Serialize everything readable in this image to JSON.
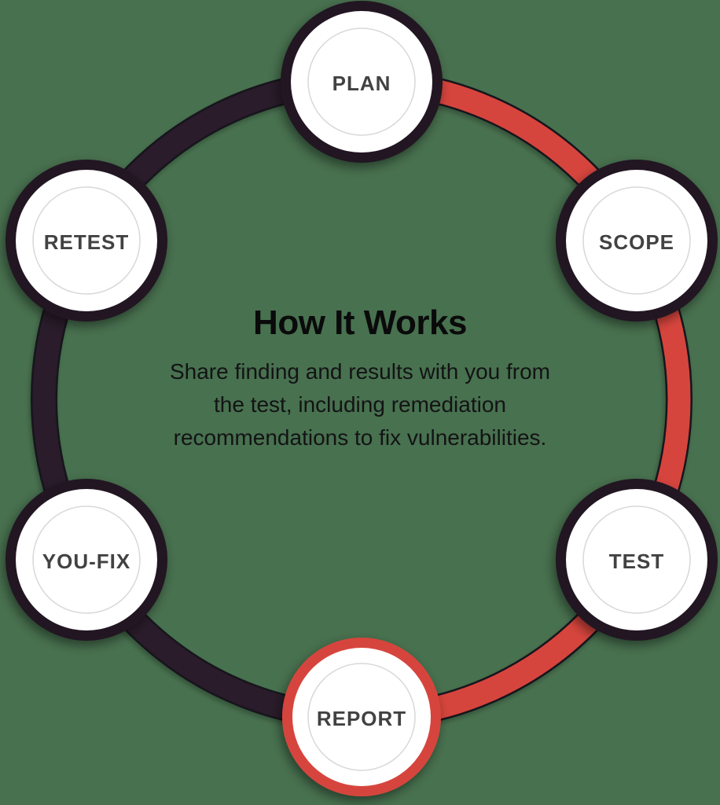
{
  "colors": {
    "background": "#48714F",
    "red": "#D6453C",
    "dark": "#2A1B2C",
    "ring_edge": "#18121C",
    "node_ring": "#201824",
    "node_fill": "#FFFFFF",
    "inner_stroke": "#D8D8D8",
    "label": "#424242",
    "title": "#0A0A0B",
    "body": "#131315"
  },
  "center": {
    "title": "How It Works",
    "description_lines": [
      "Share finding and results with you from",
      "the test, including remediation",
      "recommendations to fix vulnerabilities."
    ]
  },
  "nodes": [
    {
      "id": "plan",
      "label": "PLAN",
      "highlighted": false
    },
    {
      "id": "scope",
      "label": "SCOPE",
      "highlighted": false
    },
    {
      "id": "test",
      "label": "TEST",
      "highlighted": false
    },
    {
      "id": "report",
      "label": "REPORT",
      "highlighted": true
    },
    {
      "id": "youfix",
      "label": "YOU-FIX",
      "highlighted": false
    },
    {
      "id": "retest",
      "label": "RETEST",
      "highlighted": false
    }
  ]
}
